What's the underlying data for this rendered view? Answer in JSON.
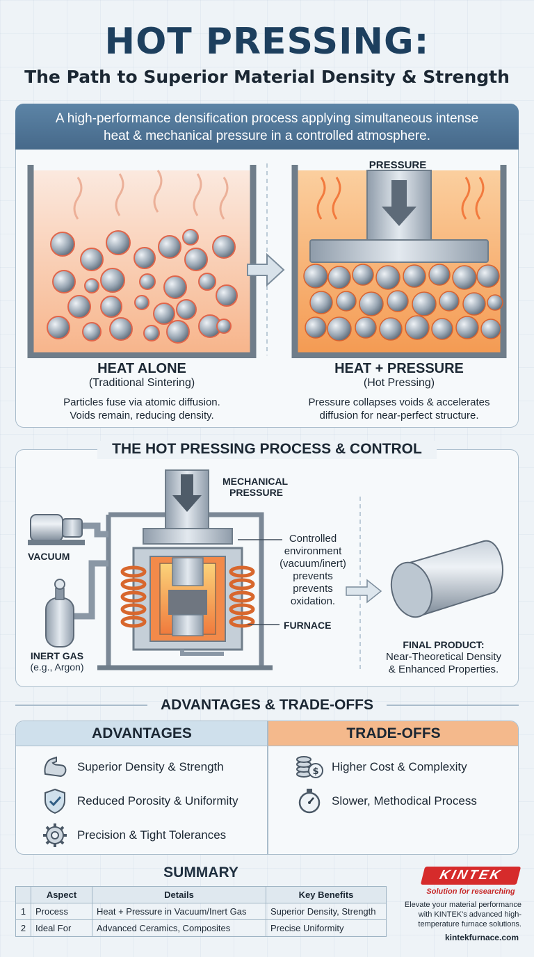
{
  "header": {
    "title": "HOT PRESSING:",
    "subtitle": "The Path to Superior Material Density & Strength"
  },
  "intro": {
    "line1": "A high-performance densification process applying simultaneous intense",
    "line2": "heat & mechanical pressure in a controlled atmosphere."
  },
  "comparison": {
    "pressure_label": "PRESSURE",
    "left": {
      "title": "HEAT ALONE",
      "subtitle": "(Traditional Sintering)",
      "desc1": "Particles fuse via atomic diffusion.",
      "desc2": "Voids remain, reducing density."
    },
    "right": {
      "title": "HEAT + PRESSURE",
      "subtitle": "(Hot Pressing)",
      "desc1": "Pressure collapses voids & accelerates",
      "desc2": "diffusion for near-perfect structure."
    }
  },
  "process": {
    "heading": "THE HOT PRESSING PROCESS & CONTROL",
    "mech_pressure_1": "MECHANICAL",
    "mech_pressure_2": "PRESSURE",
    "vacuum": "VACUUM",
    "inert_gas_1": "INERT GAS",
    "inert_gas_2": "(e.g., Argon)",
    "env_lines": [
      "Controlled",
      "environment",
      "(vacuum/inert)",
      "prevents",
      "prevents",
      "oxidation."
    ],
    "furnace": "FURNACE",
    "final_1": "FINAL PRODUCT:",
    "final_2": "Near-Theoretical Density",
    "final_3": "& Enhanced Properties."
  },
  "tradeoffs": {
    "heading": "ADVANTAGES & TRADE-OFFS",
    "advantages_title": "ADVANTAGES",
    "tradeoffs_title": "TRADE-OFFS",
    "advantages": [
      {
        "label": "Superior Density & Strength",
        "icon": "muscle-arm-icon"
      },
      {
        "label": "Reduced Porosity & Uniformity",
        "icon": "shield-check-icon"
      },
      {
        "label": "Precision & Tight Tolerances",
        "icon": "gear-icon"
      }
    ],
    "tradeoffs": [
      {
        "label": "Higher Cost & Complexity",
        "icon": "coins-dollar-icon"
      },
      {
        "label": "Slower, Methodical Process",
        "icon": "stopwatch-icon"
      }
    ]
  },
  "summary": {
    "heading": "SUMMARY",
    "columns": [
      "",
      "Aspect",
      "Details",
      "Key Benefits"
    ],
    "rows": [
      [
        "1",
        "Process",
        "Heat + Pressure in Vacuum/Inert Gas",
        "Superior Density, Strength"
      ],
      [
        "2",
        "Ideal For",
        "Advanced Ceramics, Composites",
        "Precise Uniformity"
      ]
    ]
  },
  "brand": {
    "logo": "KINTEK",
    "tagline": "Solution for researching",
    "promo1": "Elevate your material performance",
    "promo2": "with KINTEK's advanced high-",
    "promo3": "temperature furnace solutions.",
    "url": "kintekfurnace.com"
  },
  "colors": {
    "navy": "#1d3f5e",
    "banner": "#4f7597",
    "heat_orange": "#f07a3c",
    "tradeoff_header": "#f4b98c",
    "advantage_header": "#cfe0ec",
    "kintek_red": "#d62b2b"
  }
}
